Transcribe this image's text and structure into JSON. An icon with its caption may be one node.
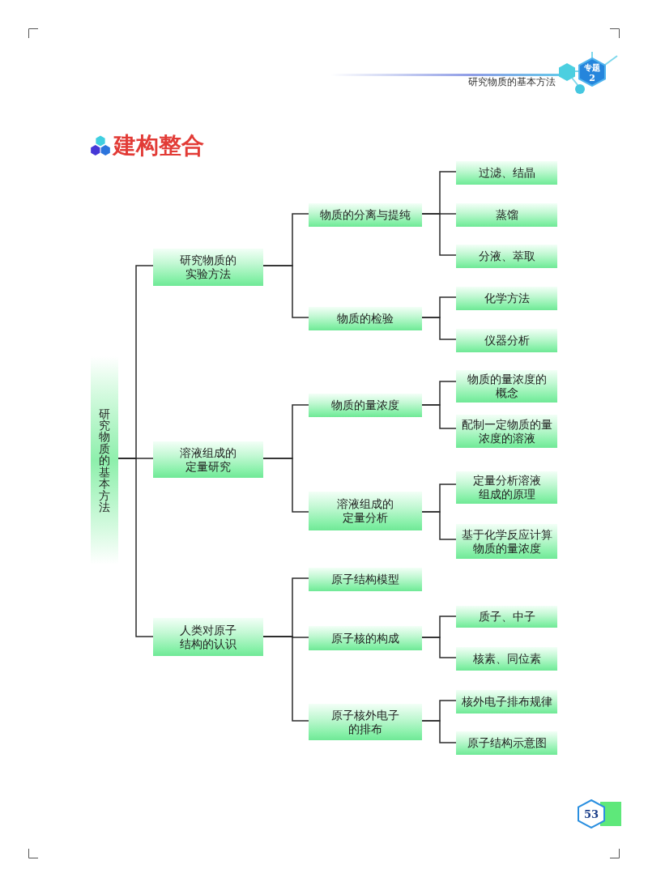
{
  "diagram": {
    "title": "建构整合",
    "nodes": [
      {
        "text": [
          "研究物质的基本方法"
        ]
      },
      {
        "text": [
          "研究物质的实验方法"
        ]
      },
      {
        "text": [
          "物质的分离与提纯"
        ]
      },
      {
        "text": [
          "过滤、结晶"
        ]
      },
      {
        "text": [
          "蒸馏"
        ]
      },
      {
        "text": [
          "分液、萃取"
        ]
      },
      {
        "text": [
          "物质的检验"
        ]
      },
      {
        "text": [
          "化学方法"
        ]
      },
      {
        "text": [
          "仪器分析"
        ]
      },
      {
        "text": [
          "溶液组成的定量研究"
        ]
      },
      {
        "text": [
          "物质的量浓度"
        ]
      },
      {
        "text": [
          "物质的量浓度的概念"
        ]
      },
      {
        "text": [
          "配制一定物质的量浓度的溶液"
        ]
      },
      {
        "text": [
          "溶液组成的定量分析"
        ]
      },
      {
        "text": [
          "定量分析溶液组成的原理"
        ]
      },
      {
        "text": [
          "基于化学反应计算物质的量浓度"
        ]
      },
      {
        "text": [
          "人类对原子结构的认识"
        ]
      },
      {
        "text": [
          "原子结构模型"
        ]
      },
      {
        "text": [
          "原子核的构成"
        ]
      },
      {
        "text": [
          "质子、中子"
        ]
      },
      {
        "text": [
          "核素、同位素"
        ]
      },
      {
        "text": [
          "原子核外电子的排布"
        ]
      },
      {
        "text": [
          "核外电子排布规律"
        ]
      },
      {
        "text": [
          "原子结构示意图"
        ]
      }
    ],
    "edges": [
      {
        "from": 0,
        "to": 1,
        "arrow": "none"
      },
      {
        "from": 0,
        "to": 9,
        "arrow": "none"
      },
      {
        "from": 0,
        "to": 16,
        "arrow": "none"
      },
      {
        "from": 1,
        "to": 2,
        "arrow": "none"
      },
      {
        "from": 1,
        "to": 6,
        "arrow": "none"
      },
      {
        "from": 2,
        "to": 3,
        "arrow": "none"
      },
      {
        "from": 2,
        "to": 4,
        "arrow": "none"
      },
      {
        "from": 2,
        "to": 5,
        "arrow": "none"
      },
      {
        "from": 6,
        "to": 7,
        "arrow": "none"
      },
      {
        "from": 6,
        "to": 8,
        "arrow": "none"
      },
      {
        "from": 9,
        "to": 10,
        "arrow": "none"
      },
      {
        "from": 9,
        "to": 13,
        "arrow": "none"
      },
      {
        "from": 10,
        "to": 11,
        "arrow": "none"
      },
      {
        "from": 10,
        "to": 12,
        "arrow": "none"
      },
      {
        "from": 13,
        "to": 14,
        "arrow": "none"
      },
      {
        "from": 13,
        "to": 15,
        "arrow": "none"
      },
      {
        "from": 16,
        "to": 17,
        "arrow": "none"
      },
      {
        "from": 16,
        "to": 18,
        "arrow": "none"
      },
      {
        "from": 16,
        "to": 21,
        "arrow": "none"
      },
      {
        "from": 18,
        "to": 19,
        "arrow": "none"
      },
      {
        "from": 18,
        "to": 20,
        "arrow": "none"
      },
      {
        "from": 21,
        "to": 22,
        "arrow": "none"
      },
      {
        "from": 21,
        "to": 23,
        "arrow": "none"
      }
    ],
    "labels": [
      "专题",
      "2",
      "研究物质的基本方法",
      "53"
    ]
  }
}
